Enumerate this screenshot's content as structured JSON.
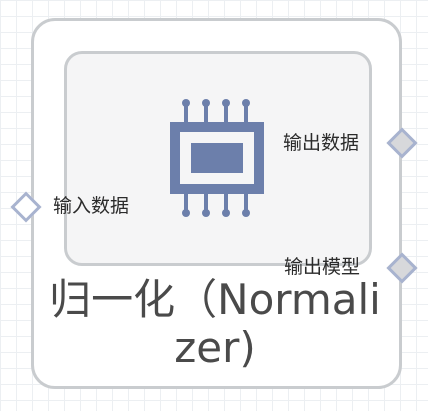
{
  "node": {
    "title": "归一化（Normalizer)",
    "icon": "chip-icon",
    "colors": {
      "icon": "#6c7fab",
      "border": "#c9cccf",
      "port_border": "#a8b3cf",
      "port_output_fill": "#d7d8db"
    }
  },
  "ports": {
    "input": {
      "label": "输入数据"
    },
    "output_data": {
      "label": "输出数据"
    },
    "output_model": {
      "label": "输出模型"
    }
  }
}
